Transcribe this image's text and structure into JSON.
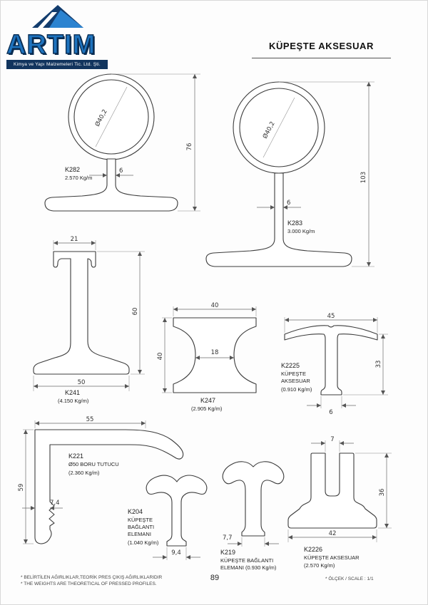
{
  "brand": {
    "name": "ARTIM",
    "tagline": "Kimya ve Yapı Malzemeleri Tic. Ltd. Şti.",
    "colors": {
      "primary": "#1e73be",
      "dark": "#0a2d52",
      "bar": "#12355e"
    }
  },
  "page": {
    "title": "KÜPEŞTE AKSESUAR",
    "number": "89",
    "scale_note": "* ÖLÇEK / SCALE : 1/1",
    "footnotes": [
      "* BELİRTİLEN AĞIRLIKLAR,TEORİK PRES ÇIKIŞ AĞIRLIKLARIDIR",
      "* THE WEIGHTS ARE THEORETICAL OF PRESSED PROFILES."
    ]
  },
  "profiles": {
    "k282": {
      "code": "K282",
      "weight": "2.570 Kg/m",
      "dims": {
        "diameter": "Ø40,2",
        "height": "76",
        "web": "6"
      }
    },
    "k283": {
      "code": "K283",
      "weight": "3.000 Kg/m",
      "dims": {
        "diameter": "Ø40,2",
        "height": "103",
        "web": "6"
      }
    },
    "k241": {
      "code": "K241",
      "weight": "(4.150 Kg/m)",
      "dims": {
        "top_width": "21",
        "height": "60",
        "base_width": "50"
      }
    },
    "k247": {
      "code": "K247",
      "weight": "(2.905 Kg/m)",
      "dims": {
        "top_width": "40",
        "waist": "18",
        "height": "40"
      }
    },
    "k2225": {
      "code": "K2225",
      "name_lines": [
        "KÜPEŞTE",
        "AKSESUAR"
      ],
      "weight": "(0.910 Kg/m)",
      "dims": {
        "width": "45",
        "height": "33",
        "web": "6"
      }
    },
    "k221": {
      "code": "K221",
      "name": "Ø50 BORU TUTUCU",
      "weight": "(2.360 Kg/m)",
      "dims": {
        "width": "55",
        "height": "59",
        "wall": "7,4"
      }
    },
    "k204": {
      "code": "K204",
      "name_lines": [
        "KÜPEŞTE",
        "BAĞLANTI",
        "ELEMANI"
      ],
      "weight": "(1.040 Kg/m)",
      "dims": {
        "base": "9,4"
      }
    },
    "k219": {
      "code": "K219",
      "line2": "KÜPEŞTE BAĞLANTI",
      "line3": "ELEMANI (0.930 Kg/m)",
      "dims": {
        "web": "7,7"
      }
    },
    "k2226": {
      "code": "K2226",
      "name": "KÜPEŞTE AKSESUAR",
      "weight": "(2.570 Kg/m)",
      "dims": {
        "slot": "7",
        "height": "36",
        "base": "42"
      }
    }
  }
}
